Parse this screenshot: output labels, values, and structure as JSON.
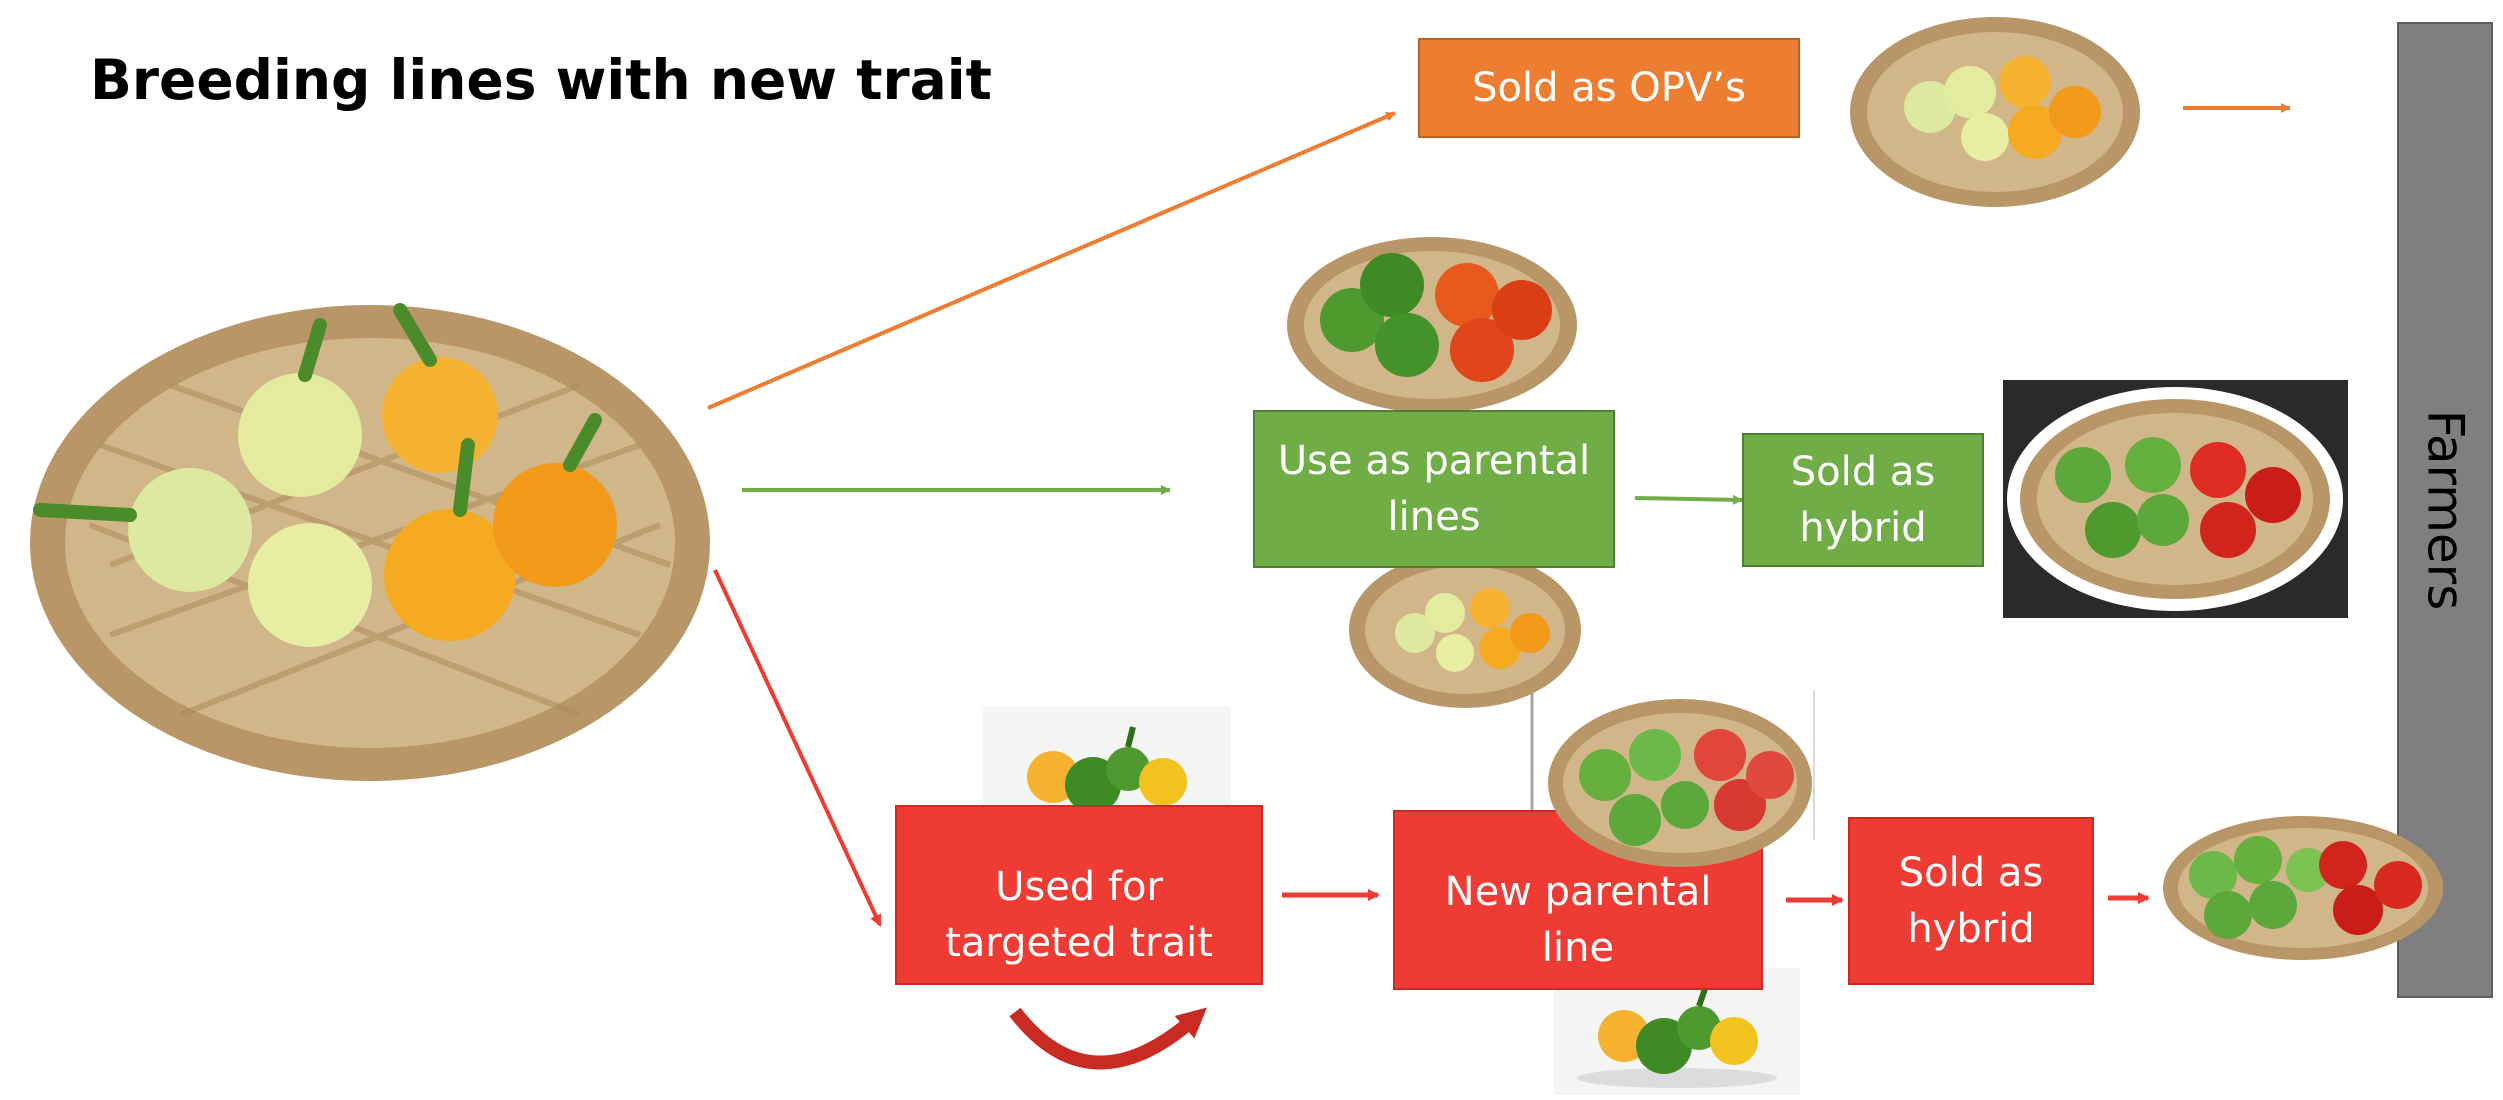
{
  "title": "Breeding lines with new trait",
  "boxes": {
    "opv": "Sold as OPV’s",
    "parental": "Use as parental lines",
    "hybrid_green": "Sold as hybrid",
    "targeted": "Used for targeted trait",
    "new_parental": "New parental line",
    "hybrid_red": "Sold as hybrid"
  },
  "farmers": "Farmers",
  "colors": {
    "orange": "#ED7D31",
    "green": "#70AD47",
    "red": "#EE3B33",
    "farmers_bar": "#7F7F7F"
  },
  "icons": [
    "pepper-basket-yellow-large",
    "pepper-basket-yellow-small",
    "pepper-basket-green-red",
    "pepper-group-photo",
    "pepper-basket-mixed-hybrid"
  ]
}
